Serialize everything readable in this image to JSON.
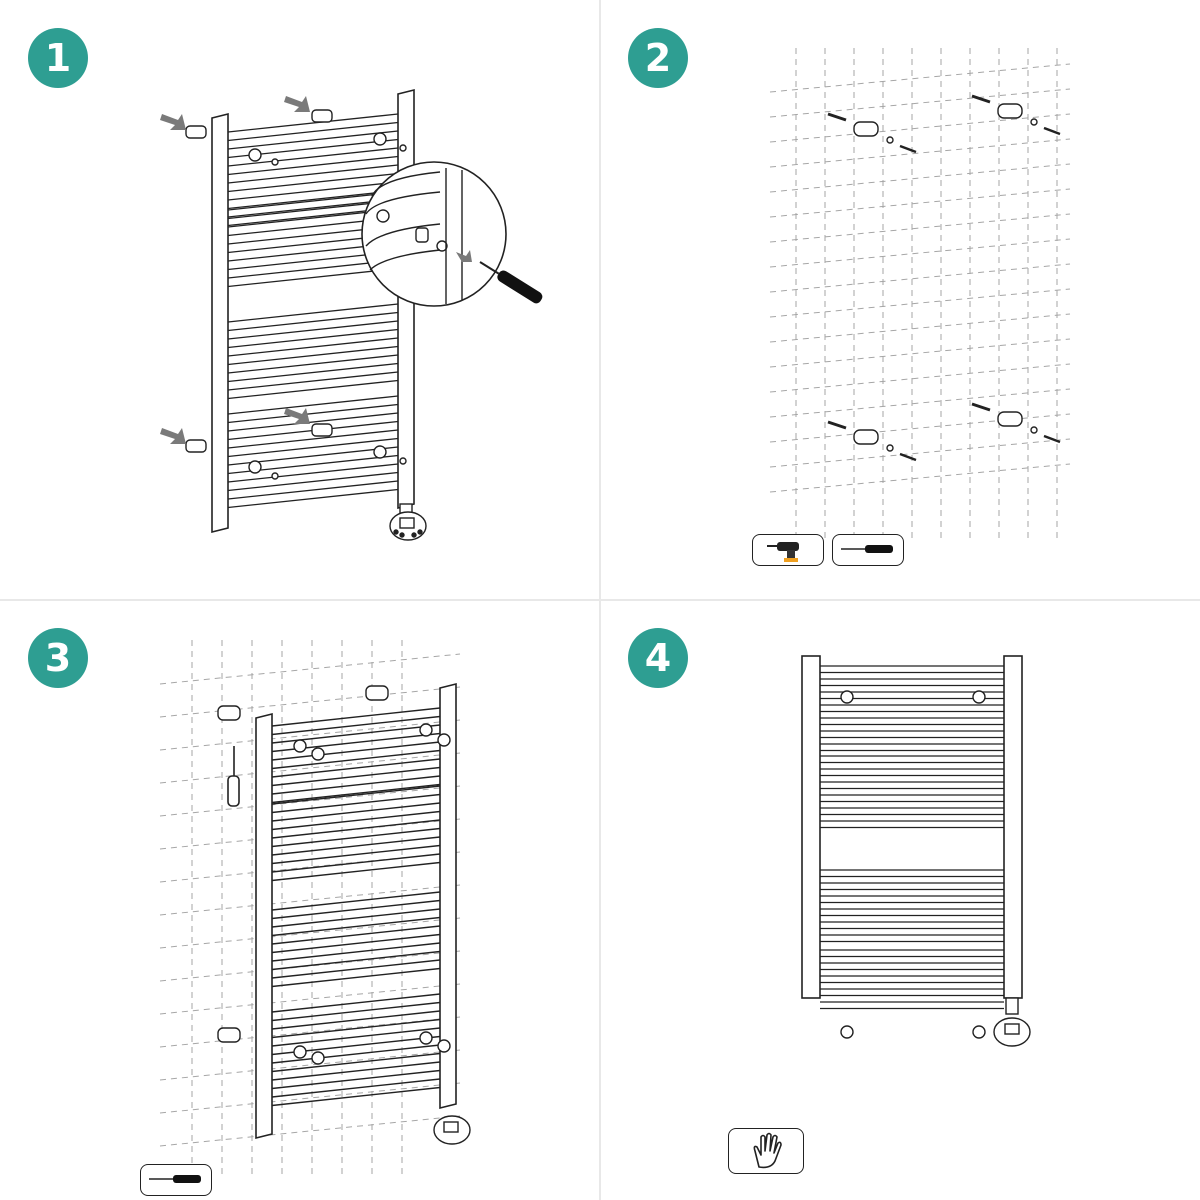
{
  "colors": {
    "badge": "#2e9e92",
    "line": "#222222",
    "dash": "#a6a6a6",
    "arrow": "#7a7a7a"
  },
  "steps": [
    {
      "number": "1",
      "icons": [
        "arrow-icon",
        "bracket-icon",
        "screwdriver-icon",
        "magnifier-icon",
        "thermostat-icon"
      ]
    },
    {
      "number": "2",
      "icons": [
        "drill-icon",
        "screwdriver-icon",
        "wall-plug-icon"
      ]
    },
    {
      "number": "3",
      "icons": [
        "screwdriver-icon",
        "bracket-icon",
        "thermostat-icon"
      ]
    },
    {
      "number": "4",
      "icons": [
        "hand-icon",
        "thermostat-icon"
      ]
    }
  ]
}
